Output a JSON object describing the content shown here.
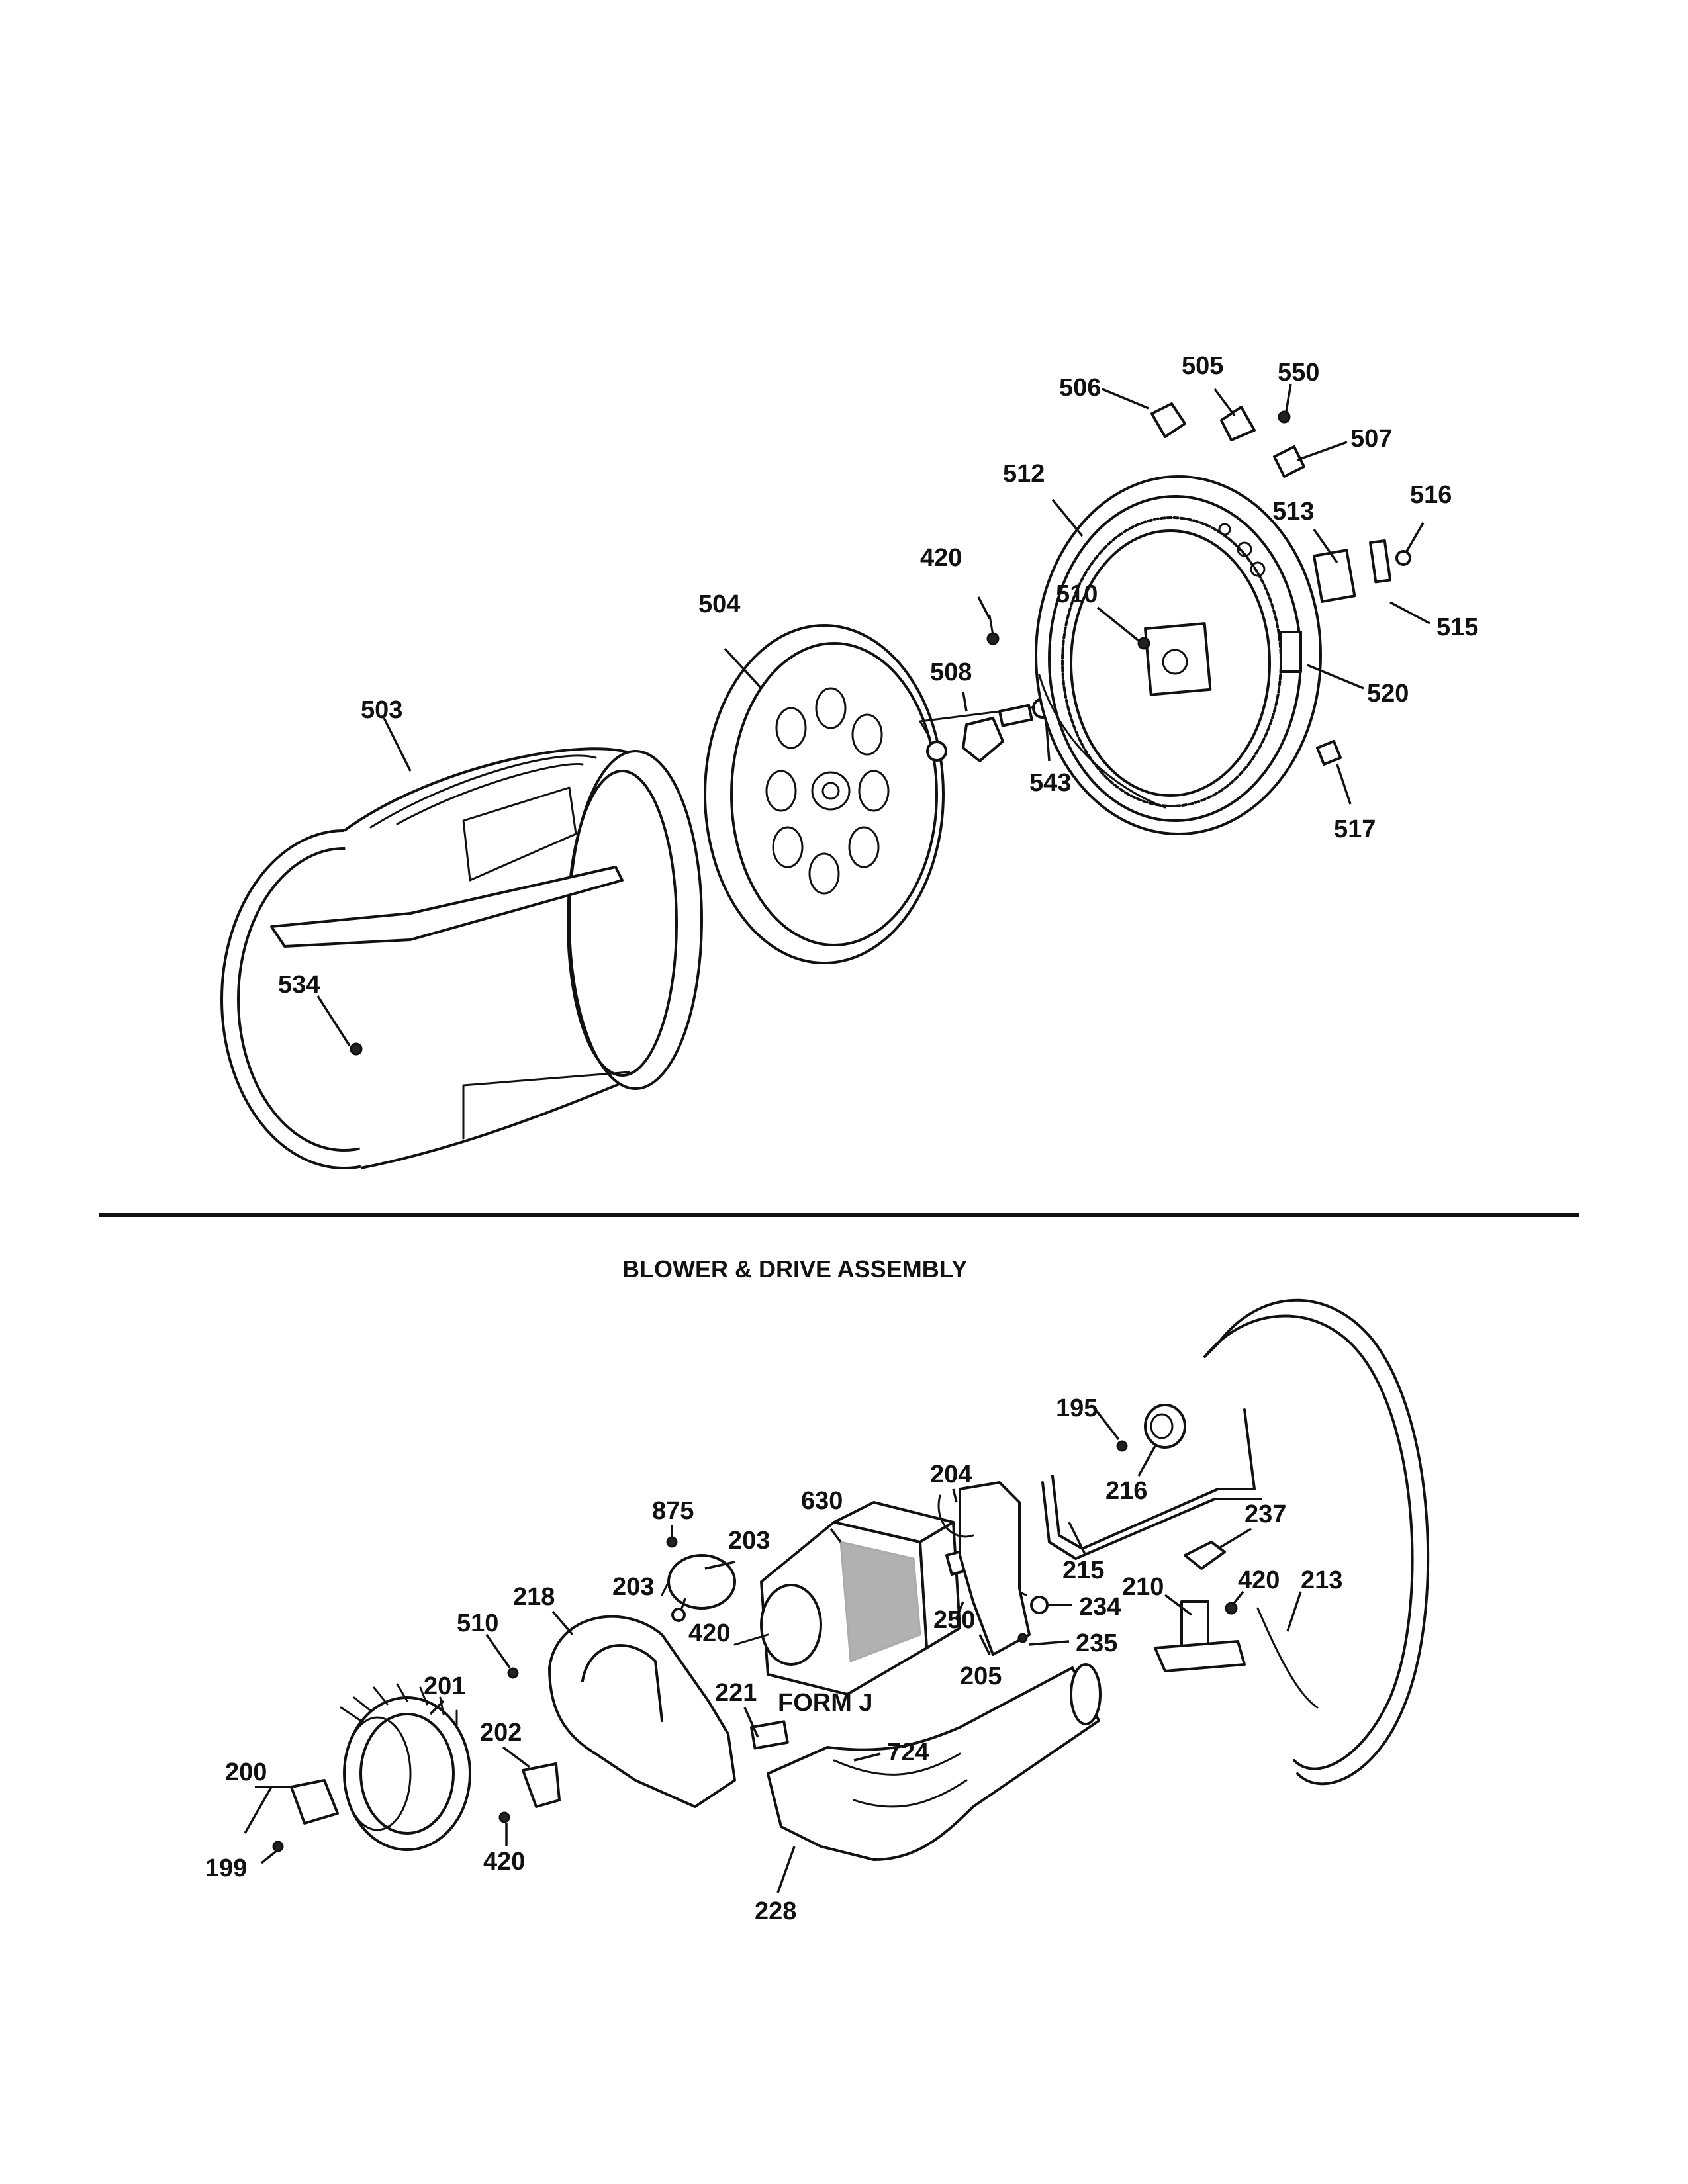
{
  "section_title": "BLOWER & DRIVE ASSEMBLY",
  "form_label": "FORM J",
  "drum_assembly": {
    "labels": [
      "506",
      "505",
      "550",
      "507",
      "512",
      "513",
      "516",
      "420",
      "510",
      "515",
      "504",
      "508",
      "520",
      "503",
      "543",
      "517",
      "534"
    ]
  },
  "blower_drive_assembly": {
    "labels": [
      "195",
      "216",
      "204",
      "630",
      "875",
      "237",
      "203",
      "203",
      "215",
      "210",
      "420",
      "213",
      "218",
      "234",
      "420",
      "250",
      "510",
      "235",
      "201",
      "221",
      "205",
      "724",
      "200",
      "202",
      "199",
      "420",
      "228"
    ]
  },
  "icons": [
    "drum",
    "rear-drum-head",
    "front-baffle",
    "motor",
    "blower-wheel",
    "blower-housing",
    "exhaust-duct",
    "idler-pulley",
    "drive-belt"
  ]
}
